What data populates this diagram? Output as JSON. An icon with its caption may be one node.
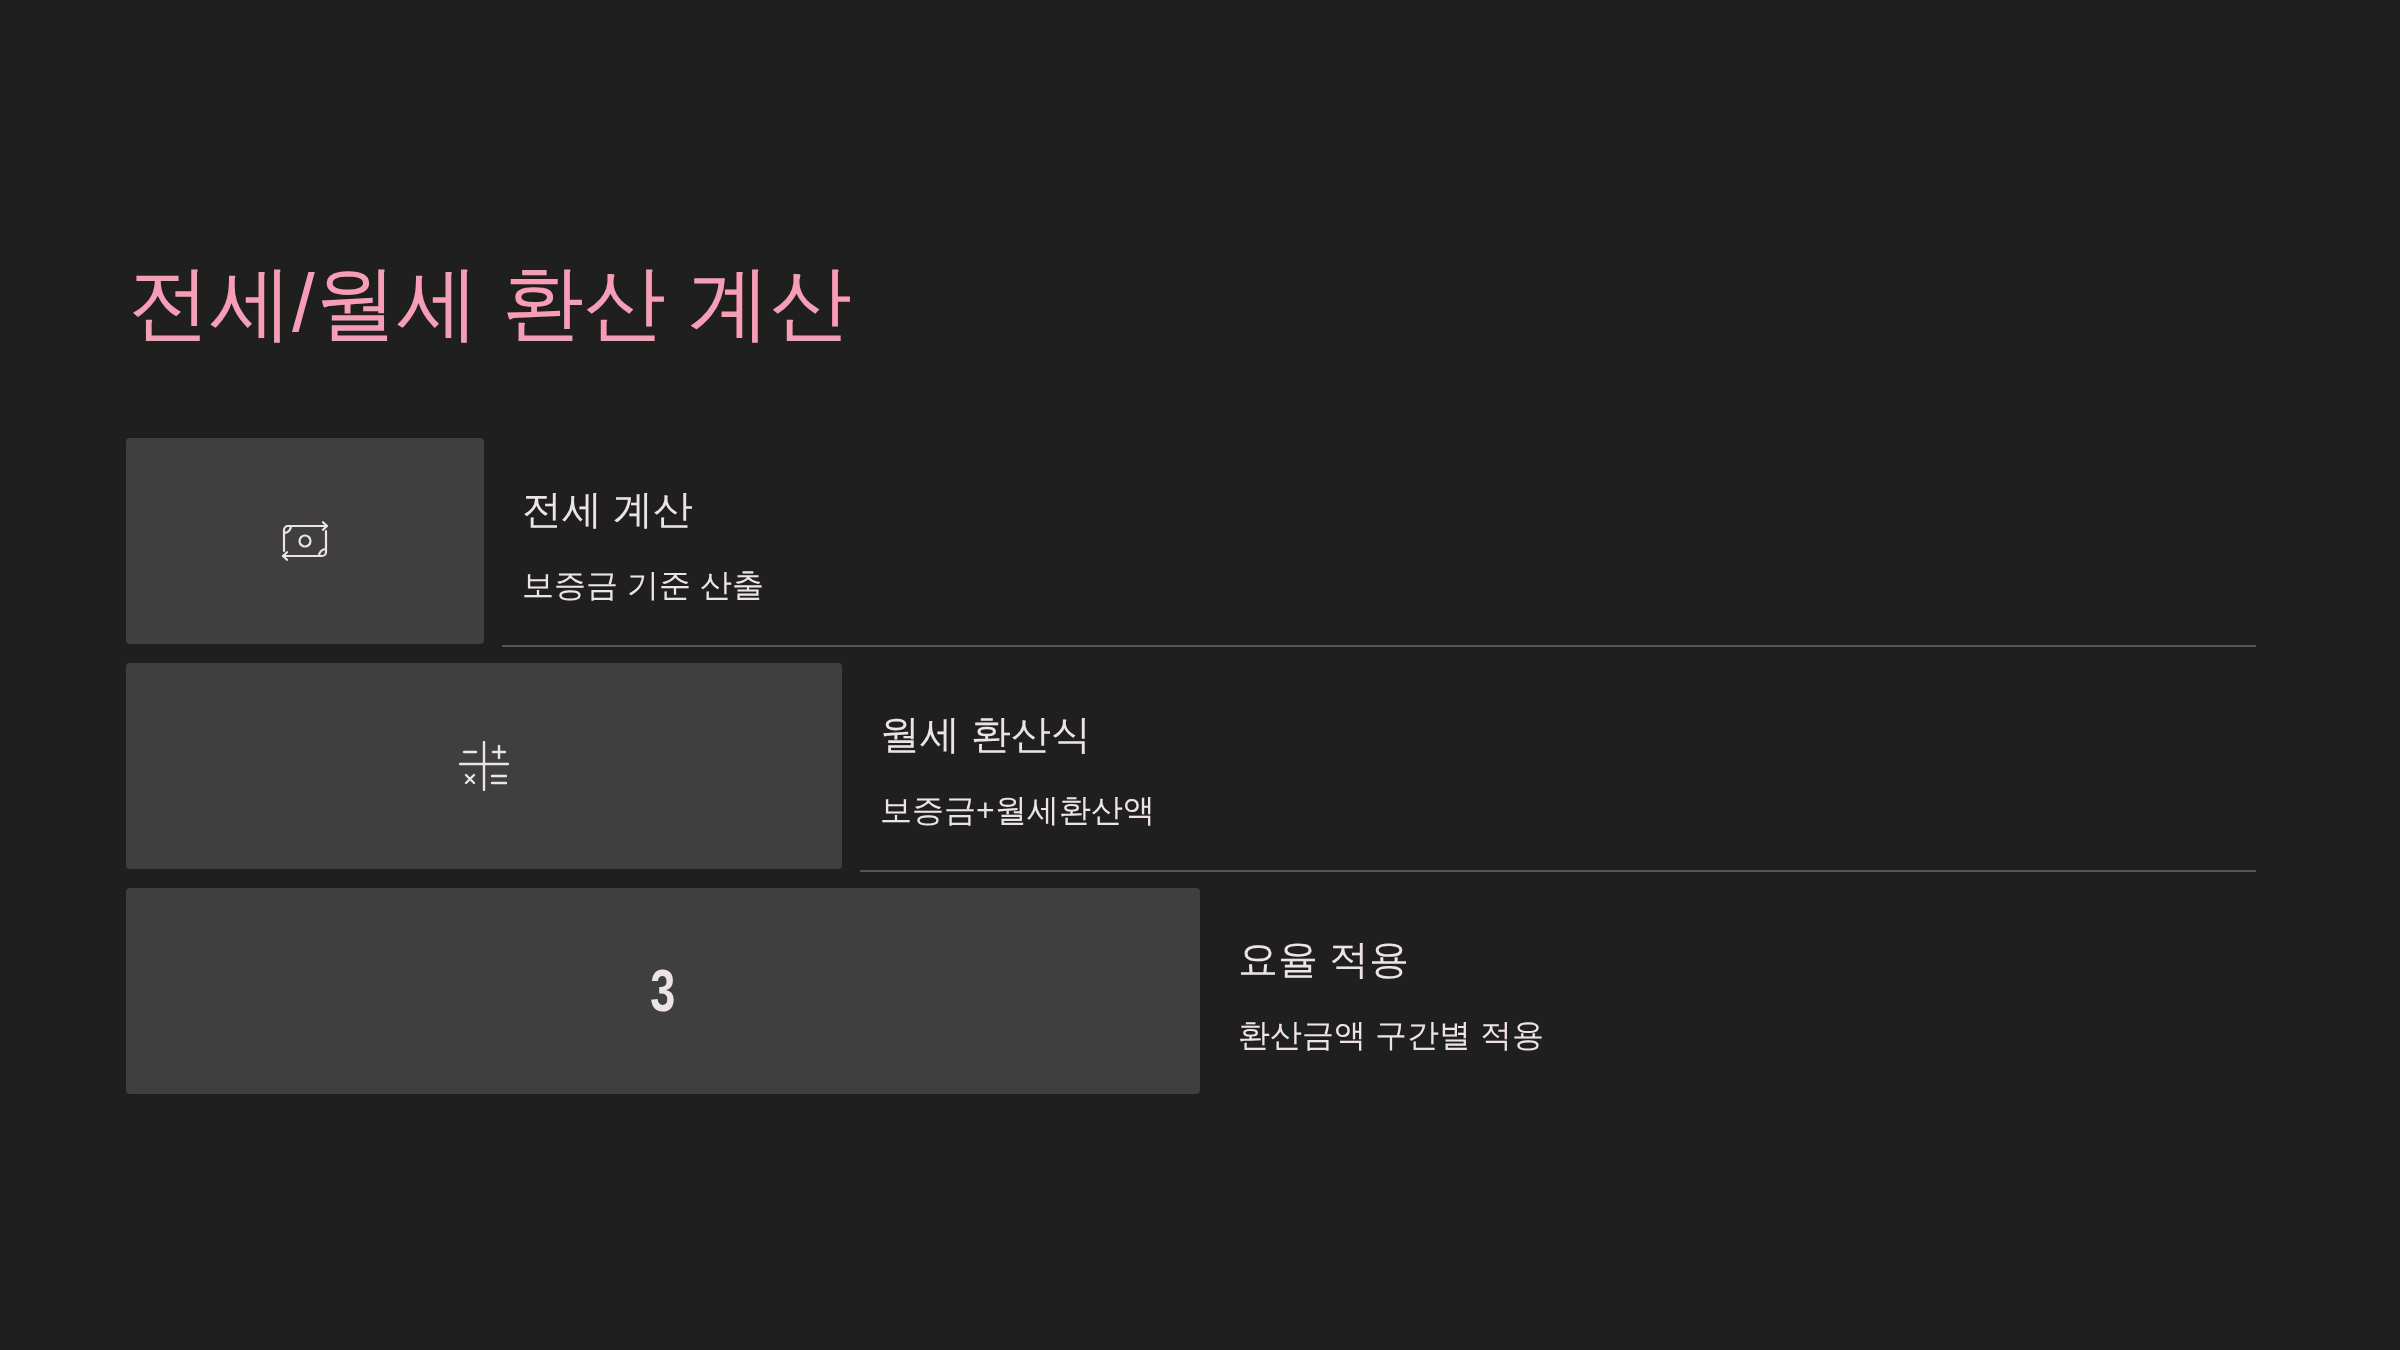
{
  "diagram": {
    "title": "전세/월세 환산 계산",
    "nodes": [
      {
        "text": [],
        "shape": "box",
        "beside": [
          "전세 계산",
          "보증금 기준 산출"
        ]
      },
      {
        "text": [],
        "shape": "box",
        "beside": [
          "월세 환산식",
          "보증금+월세환산액"
        ]
      },
      {
        "text": [
          "3"
        ],
        "beside": [
          "요율 적용",
          "환산금액 구간별 적용"
        ]
      }
    ]
  }
}
